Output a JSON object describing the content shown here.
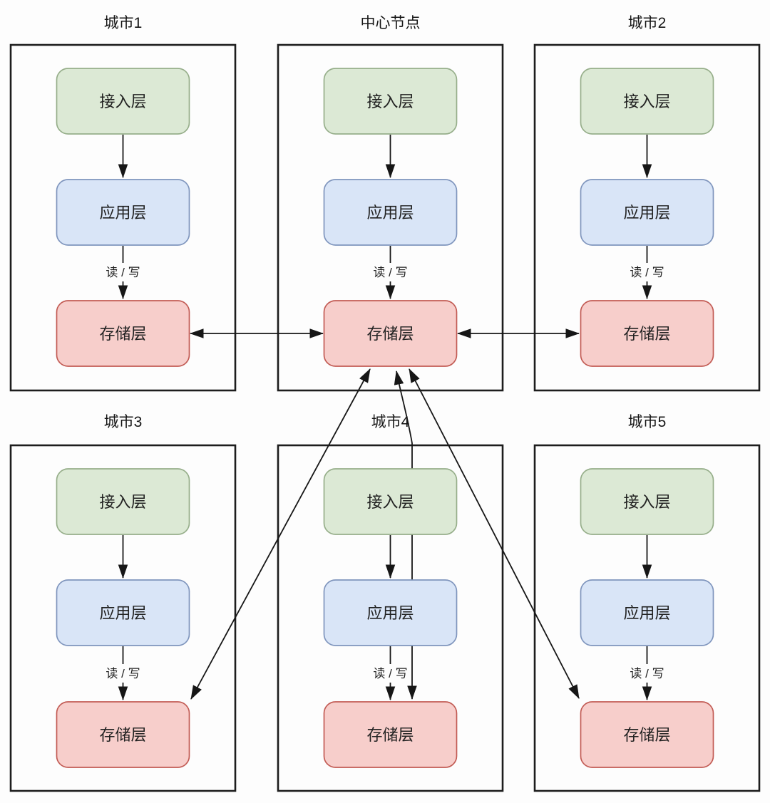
{
  "groups": [
    {
      "title": "城市1",
      "layers": [
        "接入层",
        "应用层",
        "存储层"
      ],
      "rw_label": "读 / 写"
    },
    {
      "title": "中心节点",
      "layers": [
        "接入层",
        "应用层",
        "存储层"
      ],
      "rw_label": "读 / 写"
    },
    {
      "title": "城市2",
      "layers": [
        "接入层",
        "应用层",
        "存储层"
      ],
      "rw_label": "读 / 写"
    },
    {
      "title": "城市3",
      "layers": [
        "接入层",
        "应用层",
        "存储层"
      ],
      "rw_label": "读 / 写"
    },
    {
      "title": "城市4",
      "layers": [
        "接入层",
        "应用层",
        "存储层"
      ],
      "rw_label": "读 / 写"
    },
    {
      "title": "城市5",
      "layers": [
        "接入层",
        "应用层",
        "存储层"
      ],
      "rw_label": "读 / 写"
    }
  ],
  "links": [
    {
      "from": "城市1.存储层",
      "to": "中心节点.存储层",
      "bidirectional": true
    },
    {
      "from": "城市2.存储层",
      "to": "中心节点.存储层",
      "bidirectional": true
    },
    {
      "from": "城市3.存储层",
      "to": "中心节点.存储层",
      "bidirectional": true
    },
    {
      "from": "城市4.存储层",
      "to": "中心节点.存储层",
      "bidirectional": true
    },
    {
      "from": "城市5.存储层",
      "to": "中心节点.存储层",
      "bidirectional": true
    }
  ],
  "colors": {
    "access_fill": "#dce9d5",
    "access_stroke": "#96ae8a",
    "app_fill": "#d9e5f7",
    "app_stroke": "#7f95bd",
    "storage_fill": "#f7cecb",
    "storage_stroke": "#c25b54",
    "container_stroke": "#1d1d1d",
    "connector": "#161616"
  }
}
